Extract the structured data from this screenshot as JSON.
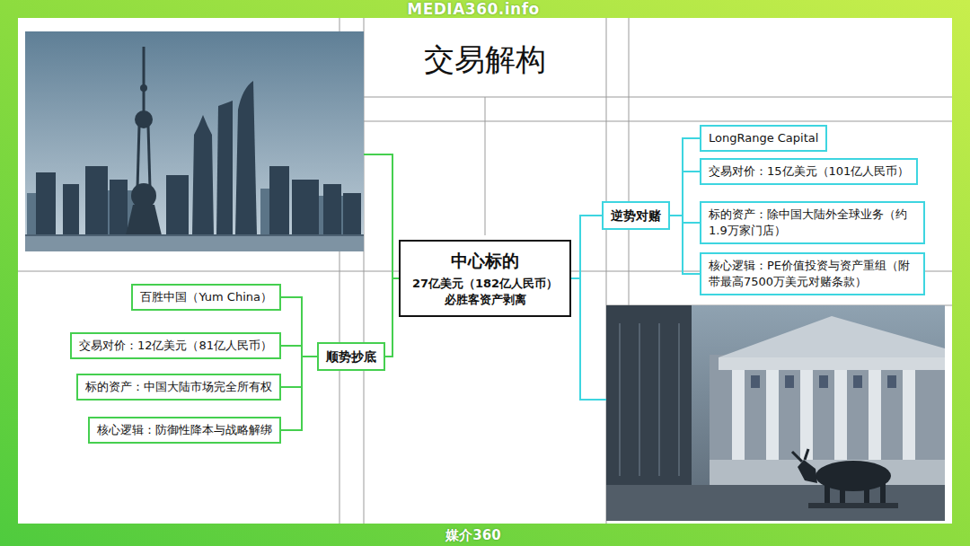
{
  "diagram": {
    "title": "交易解构",
    "nodes": [
      {
        "text": [
          "中心标的",
          "27亿美元（182亿人民币） 必胜客资产剥离"
        ]
      },
      {
        "text": [
          "顺势抄底"
        ]
      },
      {
        "text": [
          "百胜中国（Yum China）"
        ]
      },
      {
        "text": [
          "交易对价：12亿美元（81亿人民币）"
        ]
      },
      {
        "text": [
          "标的资产：中国大陆市场完全所有权"
        ]
      },
      {
        "text": [
          "核心逻辑：防御性降本与战略解绑"
        ]
      },
      {
        "text": [
          "逆势对赌"
        ]
      },
      {
        "text": [
          "LongRange Capital"
        ]
      },
      {
        "text": [
          "交易对价：15亿美元（101亿人民币）"
        ]
      },
      {
        "text": [
          "标的资产：除中国大陆外全球业务（约1.9万家门店）"
        ]
      },
      {
        "text": [
          "核心逻辑：PE价值投资与资产重组（附带最高7500万美元对赌条款）"
        ]
      }
    ],
    "edges": [
      {
        "from": 0,
        "to": 1,
        "arrow": "none"
      },
      {
        "from": 1,
        "to": 2,
        "arrow": "none"
      },
      {
        "from": 1,
        "to": 3,
        "arrow": "none"
      },
      {
        "from": 1,
        "to": 4,
        "arrow": "none"
      },
      {
        "from": 1,
        "to": 5,
        "arrow": "none"
      },
      {
        "from": 0,
        "to": 6,
        "arrow": "none"
      },
      {
        "from": 6,
        "to": 7,
        "arrow": "none"
      },
      {
        "from": 6,
        "to": 8,
        "arrow": "none"
      },
      {
        "from": 6,
        "to": 9,
        "arrow": "none"
      },
      {
        "from": 6,
        "to": 10,
        "arrow": "none"
      }
    ],
    "labels": [
      "MEDIA360.info",
      "媒介360"
    ]
  }
}
